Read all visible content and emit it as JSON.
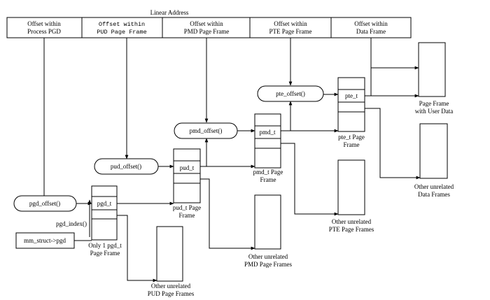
{
  "diagram": {
    "linear_address": {
      "title": "Linear Address",
      "fields": [
        [
          "Offset within",
          "Process PGD"
        ],
        [
          "Offset within",
          "PUD Page Frame"
        ],
        [
          "Offset within",
          "PMD Page Frame"
        ],
        [
          "Offset within",
          "PTE Page Frame"
        ],
        [
          "Offset within",
          "Data Frame"
        ]
      ]
    },
    "functions": {
      "pgd_offset": "pgd_offset()",
      "pud_offset": "pud_offset()",
      "pmd_offset": "pmd_offset()",
      "pte_offset": "pte_offset()"
    },
    "mm_struct": "mm_struct->pgd",
    "pgd_index": "pgd_index()",
    "entries": {
      "pgd_t": "pgd_t",
      "pud_t": "pud_t",
      "pmd_t": "pmd_t",
      "pte_t": "pte_t"
    },
    "captions": {
      "pgd": [
        "Only 1 pgd_t",
        "Page Frame"
      ],
      "pud": [
        "pud_t Page",
        "Frame"
      ],
      "pmd": [
        "pmd_t Page",
        "Frame"
      ],
      "pte": [
        "pte_t Page",
        "Frame"
      ],
      "data": [
        "Page Frame",
        "with User Data"
      ]
    },
    "unrelated": {
      "pud": [
        "Other unrelated",
        "PUD Page Frames"
      ],
      "pmd": [
        "Other unrelated",
        "PMD Page Frames"
      ],
      "pte": [
        "Other unrelated",
        "PTE Page Frames"
      ],
      "data": [
        "Other unrelated",
        "Data Frames"
      ]
    },
    "colors": {
      "stroke": "#000000",
      "background": "#ffffff"
    }
  }
}
